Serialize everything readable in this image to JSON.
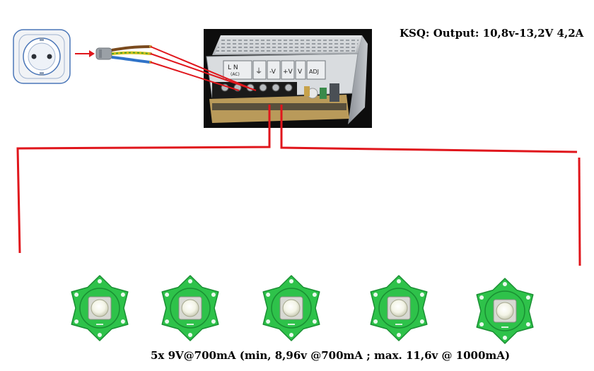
{
  "title": "KSQ: Output: 10,8v-13,2V 4,2A",
  "caption": "5x 9V@700mA (min, 8,96v @700mA ; max. 11,6v @ 1000mA)",
  "psu_terminal_labels": {
    "ln": "L  N",
    "ac": "(AC)",
    "ground": "⏚",
    "minus_v": "-V",
    "plus_v": "+V",
    "v": "V",
    "adj": "ADJ"
  },
  "led_count": 5,
  "colors": {
    "wire": "#e0161c",
    "led_pcb": "#2ec24a",
    "led_pcb_dark": "#1a8f33",
    "psu_body": "#c9ccd0",
    "psu_background": "#111111",
    "socket": "#eef0f3",
    "cable_brown": "#7a4a1e",
    "cable_blue": "#2f73c8",
    "cable_yellow": "#d2c21a"
  },
  "icons": [
    "power-socket-icon",
    "power-cable-icon",
    "power-supply-icon",
    "led-star-icon"
  ]
}
